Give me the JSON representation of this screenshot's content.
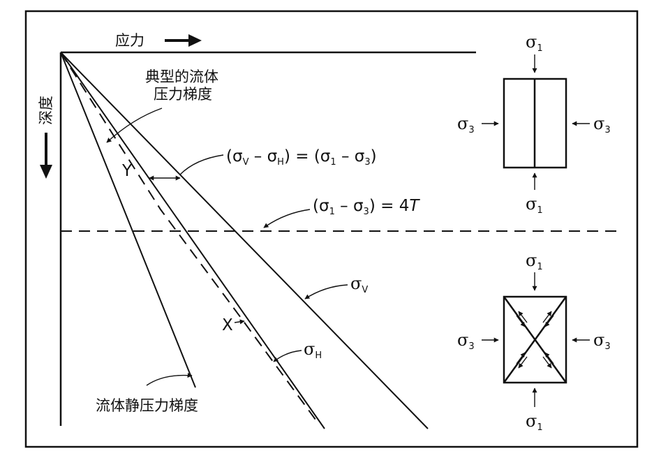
{
  "labels": {
    "stress_axis": "应力",
    "depth_axis": "深度",
    "typical_gradient_line1": "典型的流体",
    "typical_gradient_line2": "压力梯度",
    "hydrostatic_gradient": "流体静压力梯度",
    "point_x": "X",
    "point_y": "Y",
    "sigma": "σ",
    "sub_v": "V",
    "sub_h": "H",
    "sub_1": "1",
    "sub_3": "3",
    "eq1_left_open": "(σ",
    "eq1_minus": " – σ",
    "eq1_close_equals": ") = (σ",
    "eq1_minus2": " – σ",
    "eq1_close": ")",
    "eq2_open": "(σ",
    "eq2_minus": " – σ",
    "eq2_close": ") = 4",
    "eq2_T": "T"
  },
  "colors": {
    "ink": "#111111",
    "background": "#ffffff"
  },
  "icons": {
    "stress_arrow": "right-arrow-icon",
    "depth_arrow": "down-arrow-icon"
  }
}
